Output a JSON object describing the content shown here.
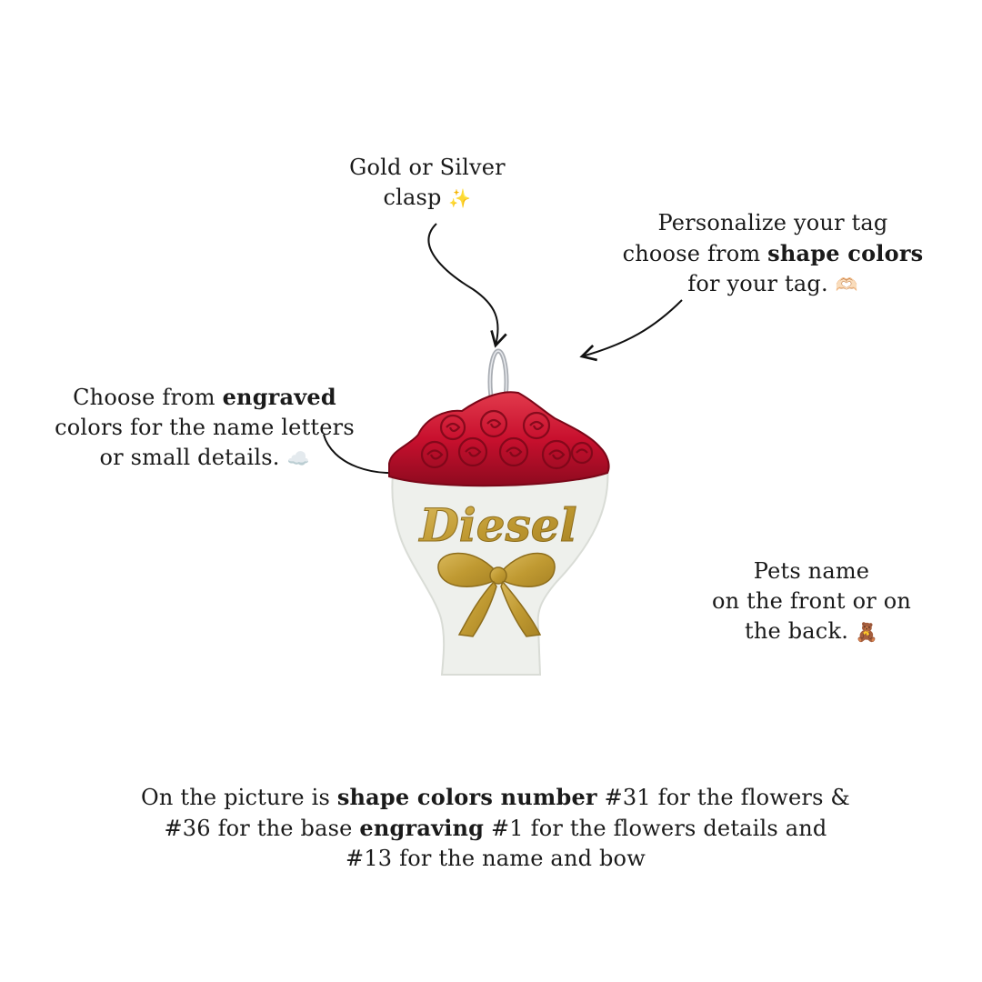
{
  "clasp_note": {
    "line1": "Gold or Silver",
    "line2": "clasp",
    "emoji": "✨"
  },
  "personalize_note": {
    "line1": "Personalize your tag",
    "line2_pre": "choose from ",
    "line2_bold": "shape colors",
    "line3": "for your tag.",
    "emoji": "🫶🏻"
  },
  "engrave_note": {
    "line1_pre": "Choose from ",
    "line1_bold": "engraved",
    "line2": "colors for the name letters",
    "line3": "or small details.",
    "emoji": "☁️"
  },
  "pets_note": {
    "line1": "Pets name",
    "line2": "on the front or on",
    "line3": "the back.",
    "emoji": "🧸"
  },
  "footer": {
    "p1": "On the picture is ",
    "b1": "shape colors number",
    "p2": " #31 for the flowers &",
    "p3": "#36 for the base ",
    "b2": "engraving",
    "p4": " #1  for the flowers details and",
    "p5": "#13 for the name and bow"
  },
  "tag": {
    "name": "Diesel",
    "colors": {
      "flowers": "#c8102e",
      "base": "#eef0ec",
      "engraving": "#c9a43a",
      "clasp": "#b8bcc2"
    }
  }
}
